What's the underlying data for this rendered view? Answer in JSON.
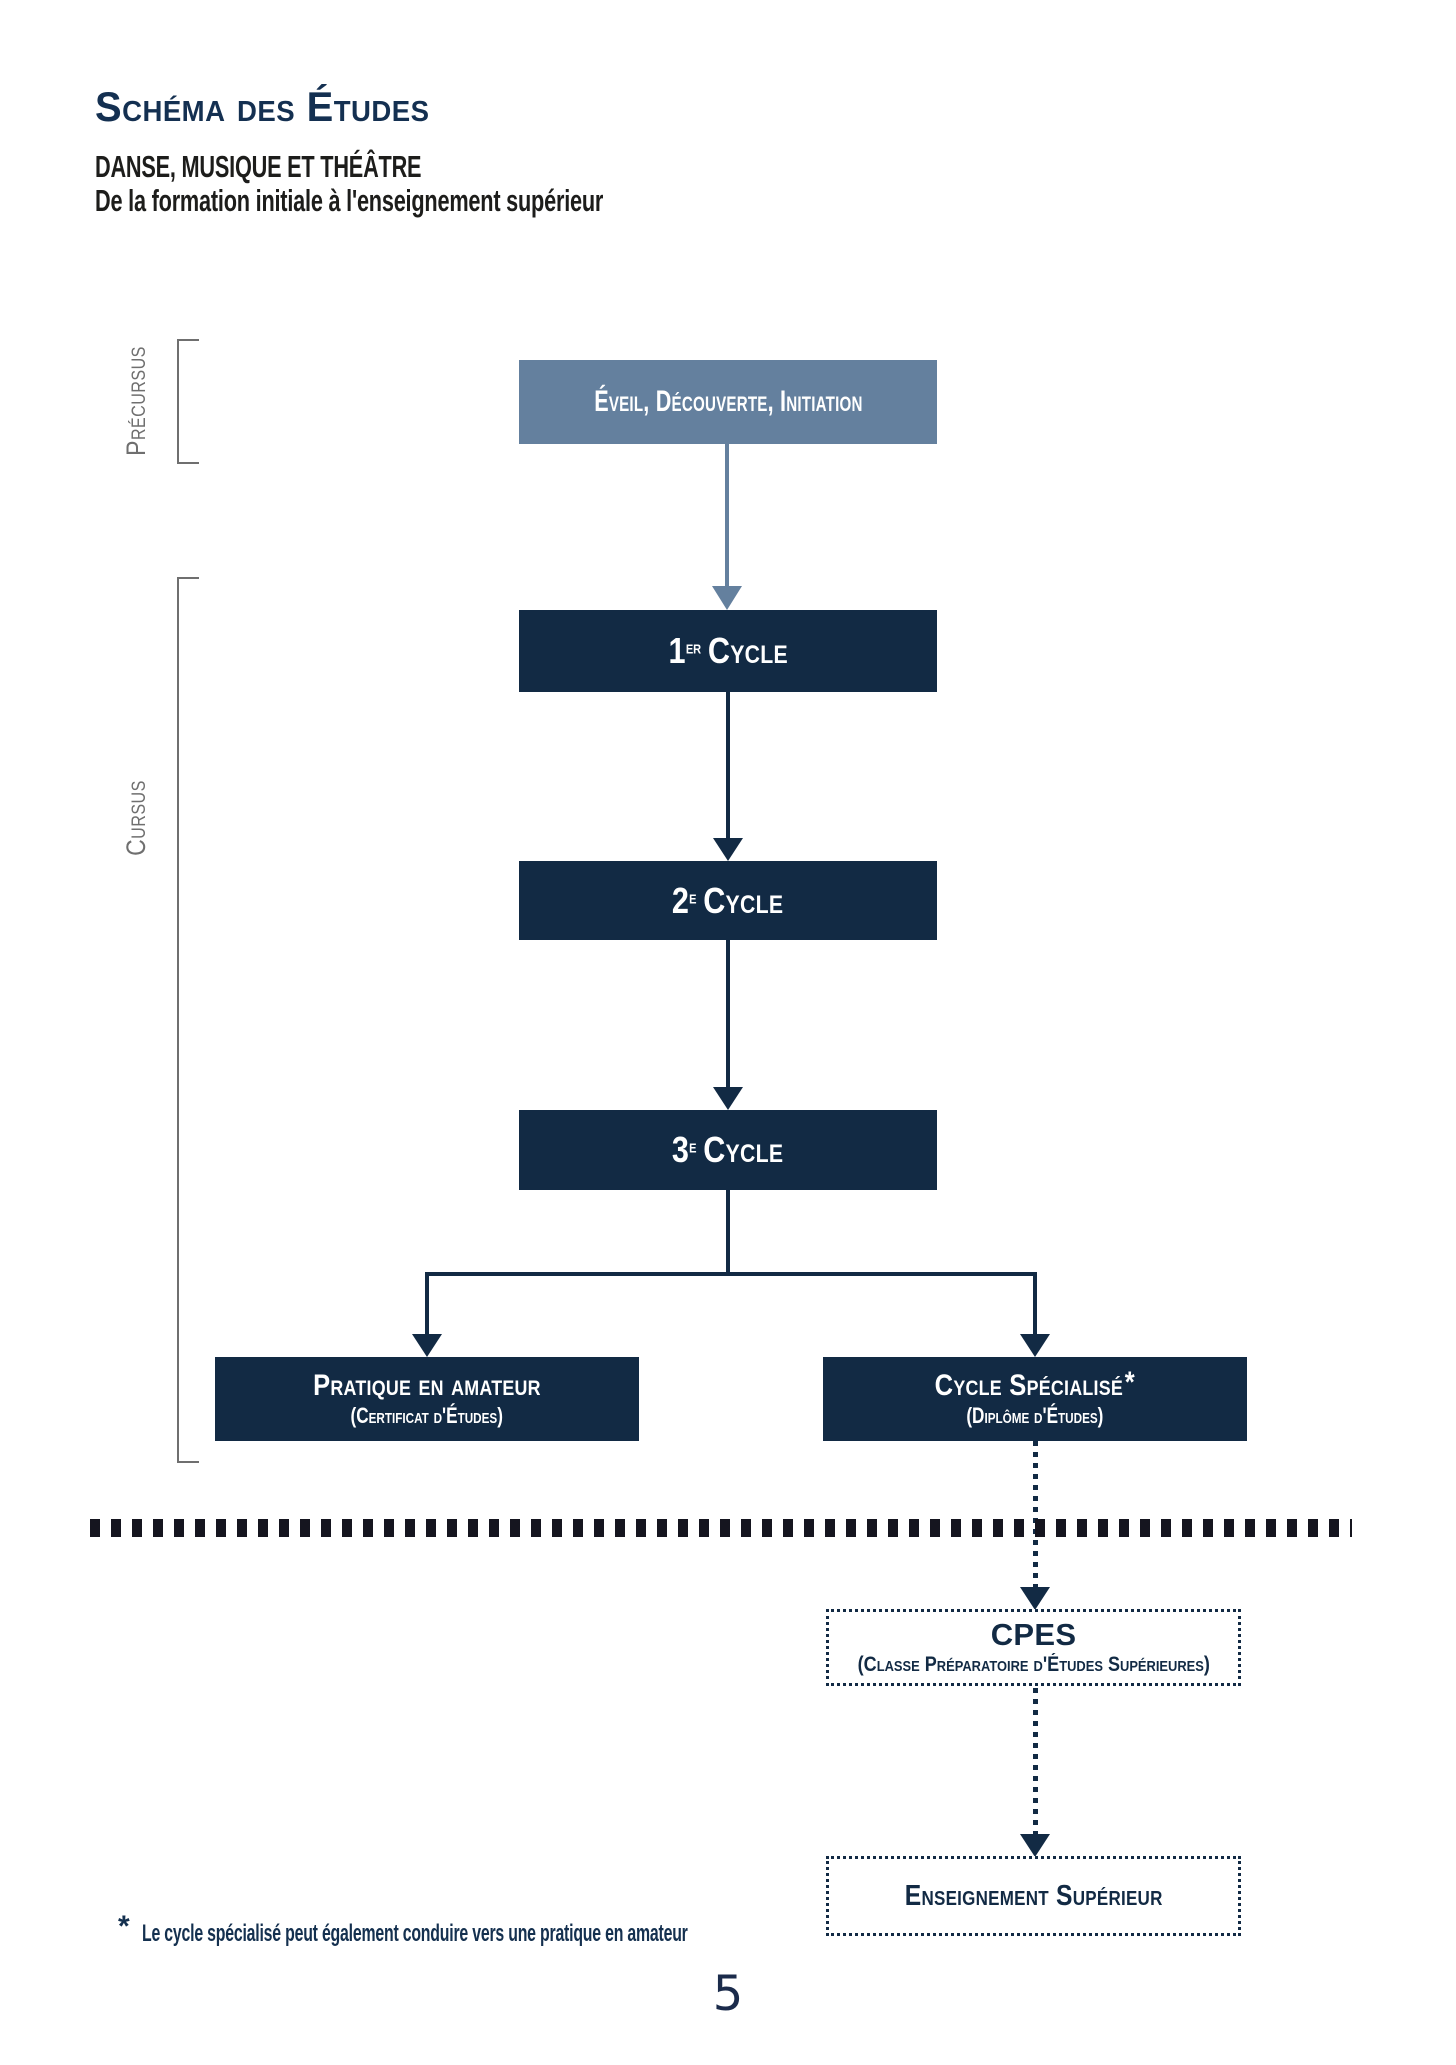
{
  "colors": {
    "navy": "#122A44",
    "slate_blue": "#64809E",
    "title_navy": "#143051",
    "text_black": "#1D1D1B",
    "gray_label": "#6F6F6F",
    "separator_dark": "#15151F"
  },
  "header": {
    "title": "Schéma des Études",
    "subtitle_line1": "DANSE, MUSIQUE ET THÉÂTRE",
    "subtitle_line2": "De la formation initiale à l'enseignement supérieur"
  },
  "side_labels": {
    "precursus": "Précursus",
    "cursus": "Cursus"
  },
  "flow": {
    "eveil": {
      "label": "Éveil, Découverte, Initiation"
    },
    "cycle1": {
      "num": "1",
      "ord": "er",
      "word": "Cycle"
    },
    "cycle2": {
      "num": "2",
      "ord": "e",
      "word": "Cycle"
    },
    "cycle3": {
      "num": "3",
      "ord": "e",
      "word": "Cycle"
    },
    "amateur": {
      "label": "Pratique en amateur",
      "sub": "(Certificat d'Études)"
    },
    "specialise": {
      "label": "Cycle Spécialisé",
      "marker": "*",
      "sub": "(Diplôme d'Études)"
    },
    "cpes": {
      "label": "CPES",
      "sub": "(Classe Préparatoire d'Études Supérieures)"
    },
    "superieur": {
      "label": "Enseignement Supérieur"
    }
  },
  "footnote": {
    "marker": "*",
    "text": "Le cycle spécialisé peut également conduire vers une pratique en amateur"
  },
  "page_number": "5"
}
